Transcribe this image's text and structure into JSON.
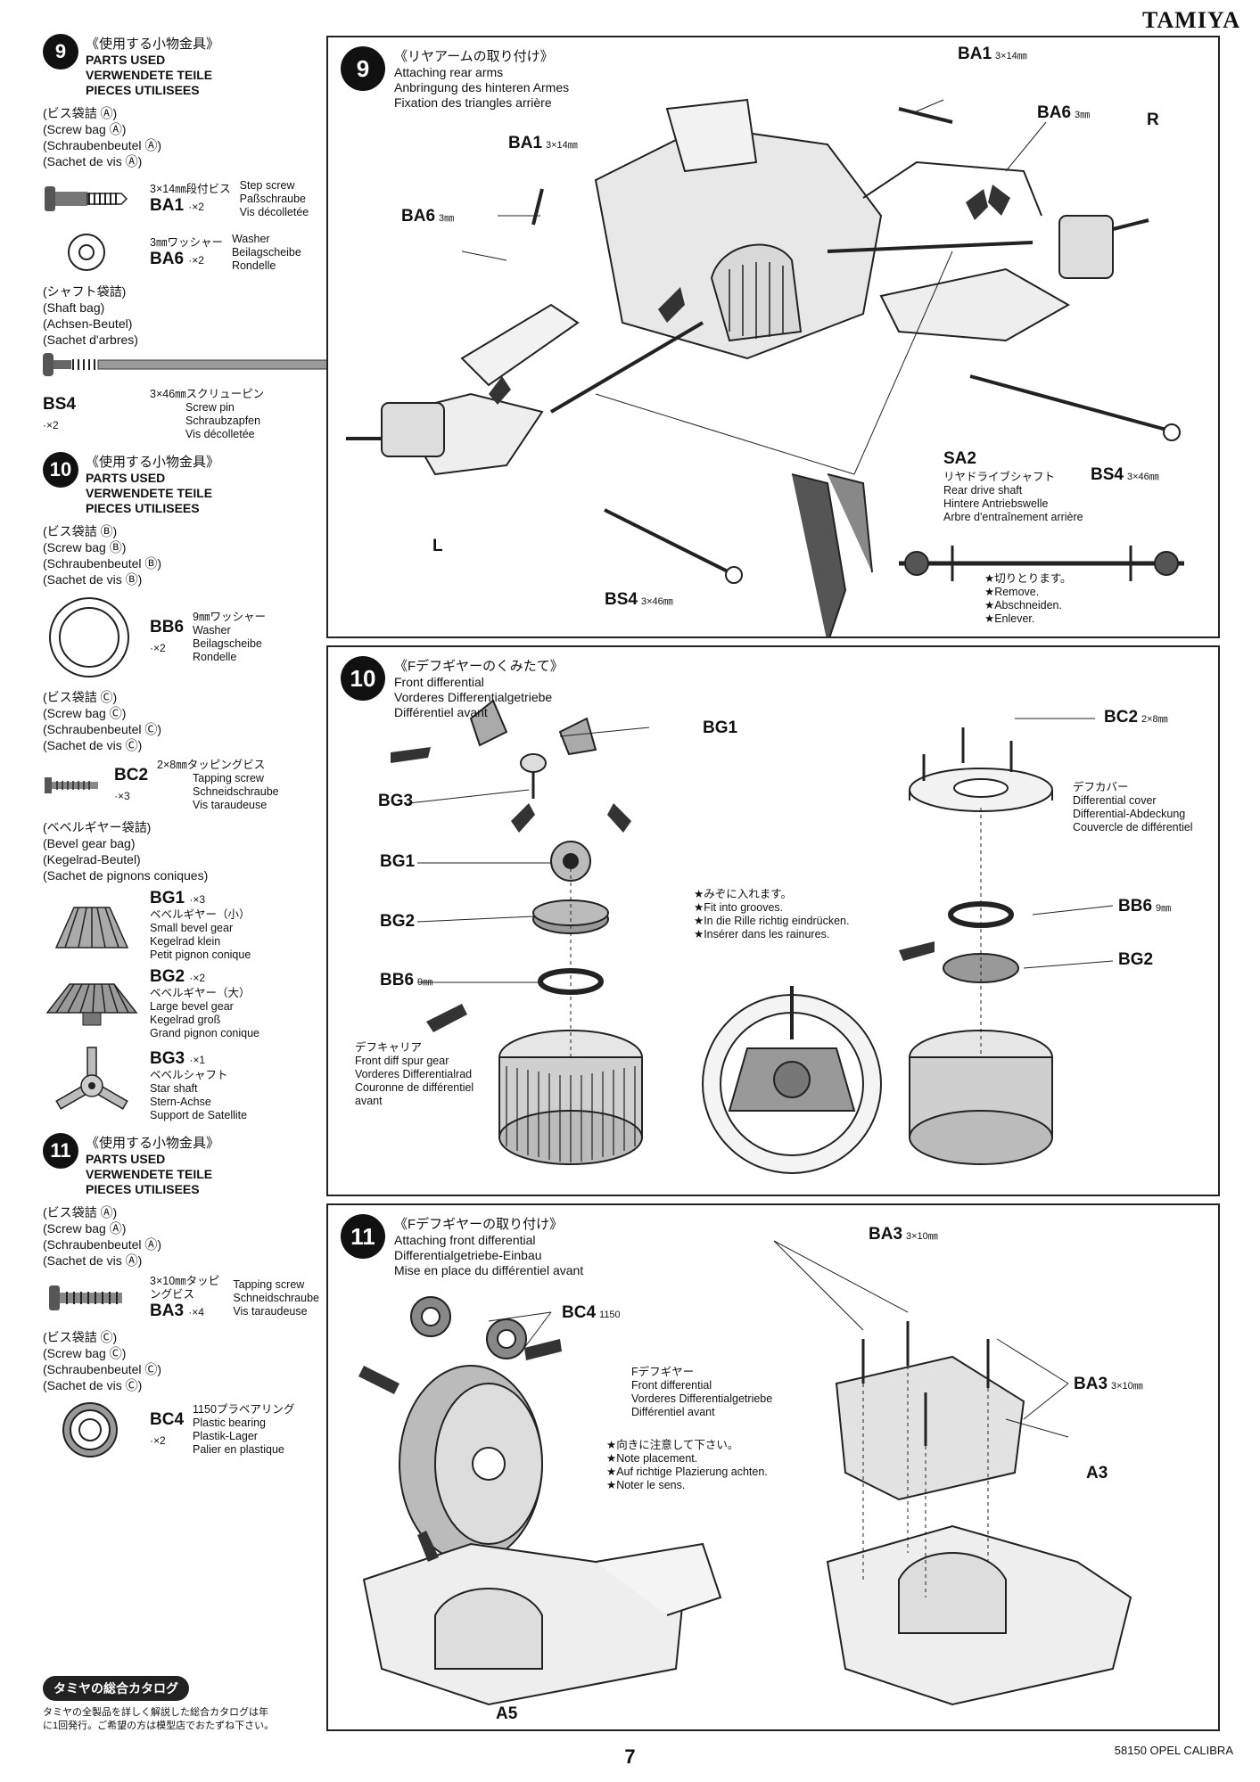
{
  "brand": "TAMIYA",
  "page_number": "7",
  "model": "58150 OPEL CALIBRA",
  "sidebar": {
    "s9": {
      "num": "9",
      "jp": "《使用する小物金具》",
      "en": [
        "PARTS USED",
        "VERWENDETE TEILE",
        "PIECES UTILISEES"
      ],
      "bag_a": [
        "(ビス袋詰 Ⓐ)",
        "(Screw bag Ⓐ)",
        "(Schraubenbeutel Ⓐ)",
        "(Sachet de vis Ⓐ)"
      ],
      "ba1": {
        "code": "BA1",
        "qty": "·×2",
        "jp": "3×14㎜段付ビス",
        "desc": [
          "Step screw",
          "Paßschraube",
          "Vis décolletée"
        ]
      },
      "ba6": {
        "code": "BA6",
        "qty": "·×2",
        "jp": "3㎜ワッシャー",
        "desc": [
          "Washer",
          "Beilagscheibe",
          "Rondelle"
        ]
      },
      "shaft_bag": [
        "(シャフト袋詰)",
        "(Shaft bag)",
        "(Achsen-Beutel)",
        "(Sachet d'arbres)"
      ],
      "bs4": {
        "code": "BS4",
        "qty": "·×2",
        "jp": "3×46㎜スクリューピン",
        "desc": [
          "Screw pin",
          "Schraubzapfen",
          "Vis décolletée"
        ]
      }
    },
    "s10": {
      "num": "10",
      "jp": "《使用する小物金具》",
      "en": [
        "PARTS USED",
        "VERWENDETE TEILE",
        "PIECES UTILISEES"
      ],
      "bag_b": [
        "(ビス袋詰 Ⓑ)",
        "(Screw bag Ⓑ)",
        "(Schraubenbeutel Ⓑ)",
        "(Sachet de vis Ⓑ)"
      ],
      "bb6": {
        "code": "BB6",
        "qty": "·×2",
        "jp": "9㎜ワッシャー",
        "desc": [
          "Washer",
          "Beilagscheibe",
          "Rondelle"
        ]
      },
      "bag_c": [
        "(ビス袋詰 Ⓒ)",
        "(Screw bag Ⓒ)",
        "(Schraubenbeutel Ⓒ)",
        "(Sachet de vis Ⓒ)"
      ],
      "bc2": {
        "code": "BC2",
        "qty": "·×3",
        "jp": "2×8㎜タッピングビス",
        "desc": [
          "Tapping screw",
          "Schneidschraube",
          "Vis taraudeuse"
        ]
      },
      "bevel_bag": [
        "(ベベルギヤー袋詰)",
        "(Bevel gear bag)",
        "(Kegelrad-Beutel)",
        "(Sachet de pignons coniques)"
      ],
      "bg1": {
        "code": "BG1",
        "qty": "·×3",
        "jp": "ベベルギヤー（小）",
        "desc": [
          "Small bevel gear",
          "Kegelrad klein",
          "Petit pignon conique"
        ]
      },
      "bg2": {
        "code": "BG2",
        "qty": "·×2",
        "jp": "ベベルギヤー（大）",
        "desc": [
          "Large bevel gear",
          "Kegelrad groß",
          "Grand pignon conique"
        ]
      },
      "bg3": {
        "code": "BG3",
        "qty": "·×1",
        "jp": "ベベルシャフト",
        "desc": [
          "Star shaft",
          "Stern-Achse",
          "Support de Satellite"
        ]
      }
    },
    "s11": {
      "num": "11",
      "jp": "《使用する小物金具》",
      "en": [
        "PARTS USED",
        "VERWENDETE TEILE",
        "PIECES UTILISEES"
      ],
      "bag_a": [
        "(ビス袋詰 Ⓐ)",
        "(Screw bag Ⓐ)",
        "(Schraubenbeutel Ⓐ)",
        "(Sachet de vis Ⓐ)"
      ],
      "ba3": {
        "code": "BA3",
        "qty": "·×4",
        "jp": "3×10㎜タッピングビス",
        "desc": [
          "Tapping screw",
          "Schneidschraube",
          "Vis taraudeuse"
        ]
      },
      "bag_c": [
        "(ビス袋詰 Ⓒ)",
        "(Screw bag Ⓒ)",
        "(Schraubenbeutel Ⓒ)",
        "(Sachet de vis Ⓒ)"
      ],
      "bc4": {
        "code": "BC4",
        "qty": "·×2",
        "jp": "1150プラベアリング",
        "desc": [
          "Plastic bearing",
          "Plastik-Lager",
          "Palier en plastique"
        ]
      }
    },
    "catalog": {
      "badge": "タミヤの総合カタログ",
      "text": [
        "タミヤの全製品を詳しく解説した総合カタログは年",
        "に1回発行。ご希望の方は模型店でおたずね下さい。"
      ]
    }
  },
  "step9": {
    "num": "9",
    "jp": "《リヤアームの取り付け》",
    "en": [
      "Attaching rear arms",
      "Anbringung des hinteren Armes",
      "Fixation des triangles arrière"
    ],
    "labels": {
      "ba1_top": "BA1",
      "ba1_top_sz": "3×14㎜",
      "ba1_left": "BA1",
      "ba1_left_sz": "3×14㎜",
      "ba6_right": "BA6",
      "ba6_right_sz": "3㎜",
      "ba6_left": "BA6",
      "ba6_left_sz": "3㎜",
      "r": "R",
      "l": "L",
      "bs4_right": "BS4",
      "bs4_right_sz": "3×46㎜",
      "bs4_bottom": "BS4",
      "bs4_bottom_sz": "3×46㎜",
      "sa2": "SA2"
    },
    "sa2_desc": [
      "リヤドライブシャフト",
      "Rear drive shaft",
      "Hintere Antriebswelle",
      "Arbre d'entraînement arrière"
    ],
    "remove": [
      "★切りとります。",
      "★Remove.",
      "★Abschneiden.",
      "★Enlever."
    ]
  },
  "step10": {
    "num": "10",
    "jp": "《Fデフギヤーのくみたて》",
    "en": [
      "Front differential",
      "Vorderes Differentialgetriebe",
      "Différentiel avant"
    ],
    "labels": {
      "bg1_top": "BG1",
      "bg3": "BG3",
      "bg1_mid": "BG1",
      "bg2_left": "BG2",
      "bb6_left": "BB6",
      "bb6_left_sz": "9㎜",
      "bc2": "BC2",
      "bc2_sz": "2×8㎜",
      "bb6_right": "BB6",
      "bb6_right_sz": "9㎜",
      "bg2_right": "BG2"
    },
    "spur": [
      "デフキャリア",
      "Front diff spur gear",
      "Vorderes Differentialrad",
      "Couronne de différentiel",
      "avant"
    ],
    "cover": [
      "デフカバー",
      "Differential cover",
      "Differential-Abdeckung",
      "Couvercle de différentiel"
    ],
    "grooves": [
      "★みぞに入れます。",
      "★Fit into grooves.",
      "★In die Rille richtig eindrücken.",
      "★Insérer dans les rainures."
    ]
  },
  "step11": {
    "num": "11",
    "jp": "《Fデフギヤーの取り付け》",
    "en": [
      "Attaching front differential",
      "Differentialgetriebe-Einbau",
      "Mise en place du différentiel avant"
    ],
    "labels": {
      "ba3_top": "BA3",
      "ba3_top_sz": "3×10㎜",
      "bc4": "BC4",
      "bc4_sz": "1150",
      "ba3_right": "BA3",
      "ba3_right_sz": "3×10㎜",
      "a3": "A3",
      "a5": "A5"
    },
    "fdiff": [
      "Fデフギヤー",
      "Front differential",
      "Vorderes Differentialgetriebe",
      "Différentiel avant"
    ],
    "placement": [
      "★向きに注意して下さい。",
      "★Note placement.",
      "★Auf richtige Plazierung achten.",
      "★Noter le sens."
    ]
  }
}
